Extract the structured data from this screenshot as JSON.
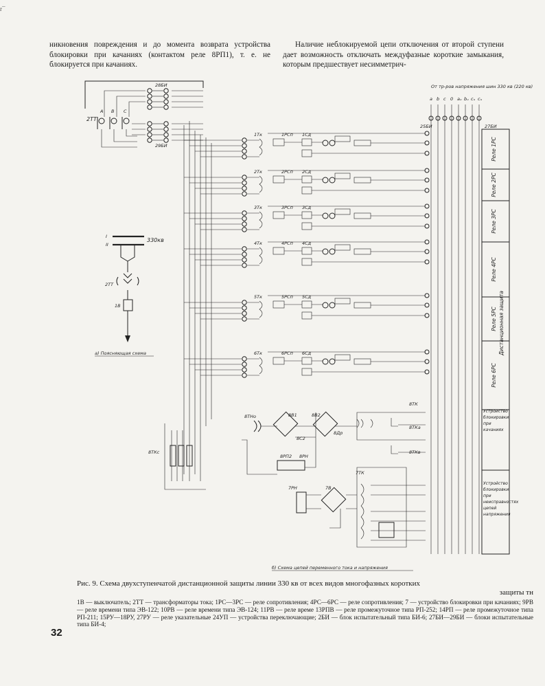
{
  "page": {
    "corner_mark": "r¯",
    "left_column": "никновения повреждения и до момента возврата устройства блокировки при качаниях (контактом реле 8РП1), т. е. не блокируется при качаниях.",
    "right_column": "Наличие неблокируемой цепи отключения от второй ступени дает возможность отключать междуфазные короткие замыкания, которым предшествует несимметрич-",
    "caption_line1": "Рис. 9. Схема двухступенчатой дистанционной защиты линии 330 кв от всех видов многофазных коротких",
    "caption_line2": "защиты тн",
    "legend": "1В — выключатель; 2ТТ — трансформаторы тока; 1РС—3РС — реле сопротивления; 4РС—6РС — реле сопротивления; 7 — устройство блокировки при качаниях; 9РВ — реле времени типа ЭВ-122; 10РВ — реле времени типа ЭВ-124; 11РВ — реле време 13РПВ — реле промежуточное типа РП-252; 14РП — реле промежуточное типа РП-211; 15РУ—18РУ, 27РУ — реле указательные 24УП — устройства переключающие; 2БИ — блок испытательный типа БИ-6; 27БИ—29БИ — блоки испытательные типа БИ-4;",
    "page_number": "32"
  },
  "diagram": {
    "subcaption_a": "а) Поясняющая схема",
    "subcaption_b": "б) Схема цепей переменного тока и напряжения",
    "voltage_330": "330кв",
    "bus1": "I",
    "bus2": "II",
    "breaker": "1В",
    "ct_2tt": "2ТТ",
    "ct_2tt_top": "2ТТ",
    "phases": [
      "A",
      "B",
      "C"
    ],
    "block_28bi": "28БИ",
    "block_29bi": "29БИ",
    "block_25bi": "25БИ",
    "block_27bi": "27БИ",
    "vt_header": "От тр-ров напряжения шин 330 кв (220 кв)",
    "bus_letters": [
      "a",
      "b",
      "c",
      "0",
      "aᵤ",
      "bᵤ",
      "cᵤ",
      "cᵤ"
    ],
    "right_labels": [
      "Реле 1РС",
      "Реле 2РС",
      "Реле 3РС",
      "Реле 4РС",
      "Реле 5РС",
      "Реле 6РС",
      "Дистанционная защита",
      "Устройство блокировки при качаниях",
      "Устройство блокировки при неисправностях цепей напряжения"
    ],
    "relay_groups": [
      {
        "tr": "1Тк",
        "rc": "1РСп",
        "cd": "1Сд"
      },
      {
        "tr": "2Тк",
        "rc": "2РСп",
        "cd": "2Сд"
      },
      {
        "tr": "3Тк",
        "rc": "3РСп",
        "cd": "3Сд"
      },
      {
        "tr": "4Тк",
        "rc": "4РСп",
        "cd": "4Сд"
      },
      {
        "tr": "5Тк",
        "rc": "5РСп",
        "cd": "5Сд"
      },
      {
        "tr": "6Тк",
        "rc": "6РСп",
        "cd": "6Сд"
      }
    ],
    "block_parts": [
      "8ТНо",
      "8В1",
      "8В2",
      "8С2",
      "8Др",
      "8ТК",
      "8РП2",
      "8РН",
      "8ТКа",
      "8ТКв",
      "8ТКс"
    ],
    "vt_parts": [
      "7ТК",
      "7РН",
      "7В"
    ]
  }
}
